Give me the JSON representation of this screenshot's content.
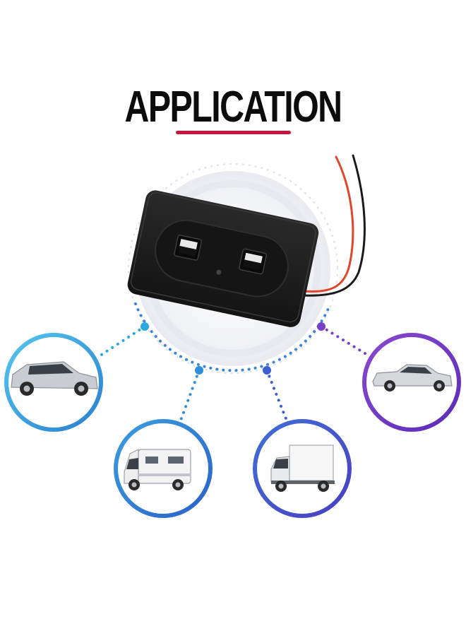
{
  "heading": {
    "text": "APPLICATION",
    "accent_color": "#c4143d"
  },
  "product": {
    "name": "dual-usb-socket-panel",
    "body_color": "#1c1c1c",
    "wire_colors": [
      "#e0472a",
      "#1a1a1a"
    ]
  },
  "applications": [
    {
      "id": "suv",
      "ring_color": "#3aa6dc"
    },
    {
      "id": "motorhome",
      "ring_color": "#2f86d6"
    },
    {
      "id": "box-truck",
      "ring_color": "#3a5fd0"
    },
    {
      "id": "sedan",
      "ring_color": "#6b3fc4"
    }
  ],
  "connector_colors": [
    "#2aa9e0",
    "#3a5fd0",
    "#7a3fc8"
  ]
}
